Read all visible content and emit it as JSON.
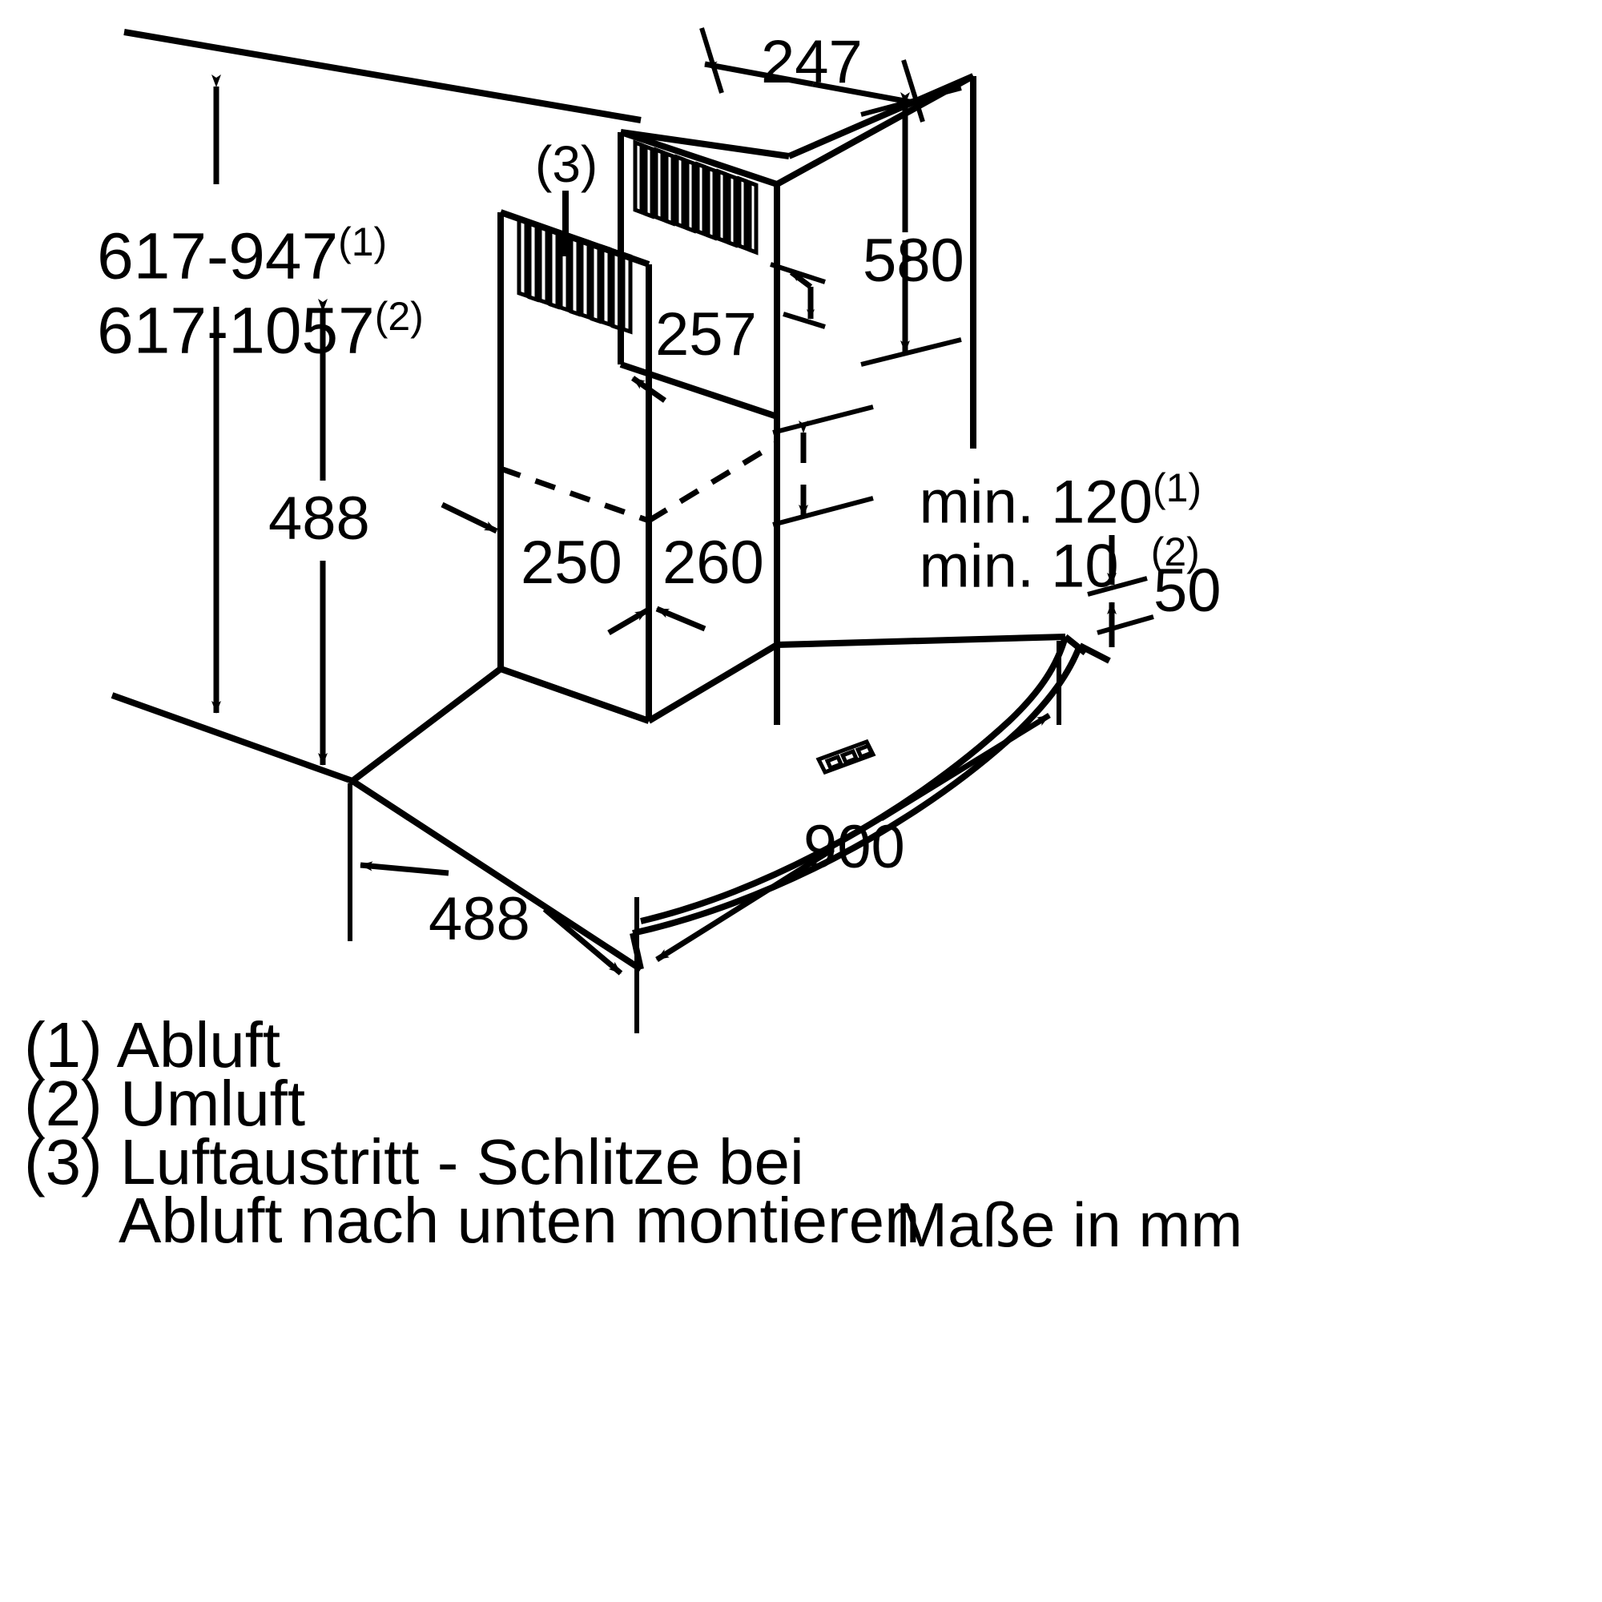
{
  "drawing": {
    "title": "Dunstabzugshaube Maßzeichnung",
    "units_note": "Maße in mm",
    "line_color": "#000000",
    "background_color": "#ffffff"
  },
  "dimensions": {
    "height_range_exhaust": "617-947",
    "height_range_exhaust_ref": "(1)",
    "height_range_recirc": "617-1057",
    "height_range_recirc_ref": "(2)",
    "chimney_depth_top": "247",
    "chimney_height_upper": "580",
    "chimney_width_upper": "257",
    "canopy_height_to_top": "488",
    "chimney_width_lower_left": "250",
    "chimney_width_lower_right": "260",
    "min_clearance_exhaust": "min. 120",
    "min_clearance_exhaust_ref": "(1)",
    "min_clearance_recirc": "min. 10",
    "min_clearance_recirc_ref": "(2)",
    "canopy_edge_thickness": "50",
    "canopy_width": "900",
    "canopy_depth": "488"
  },
  "callouts": {
    "air_outlet_marker": "(3)"
  },
  "legend": {
    "items": [
      {
        "marker": "(1)",
        "text": "Abluft"
      },
      {
        "marker": "(2)",
        "text": "Umluft"
      },
      {
        "marker": "(3)",
        "text": "Luftaustritt - Schlitze bei"
      },
      {
        "marker": "",
        "text": "Abluft nach unten montieren"
      }
    ],
    "line1": "(1) Abluft",
    "line2": "(2) Umluft",
    "line3": "(3) Luftaustritt - Schlitze bei",
    "line4": "Abluft nach unten montieren"
  },
  "notes": {
    "units": "Maße in mm"
  }
}
